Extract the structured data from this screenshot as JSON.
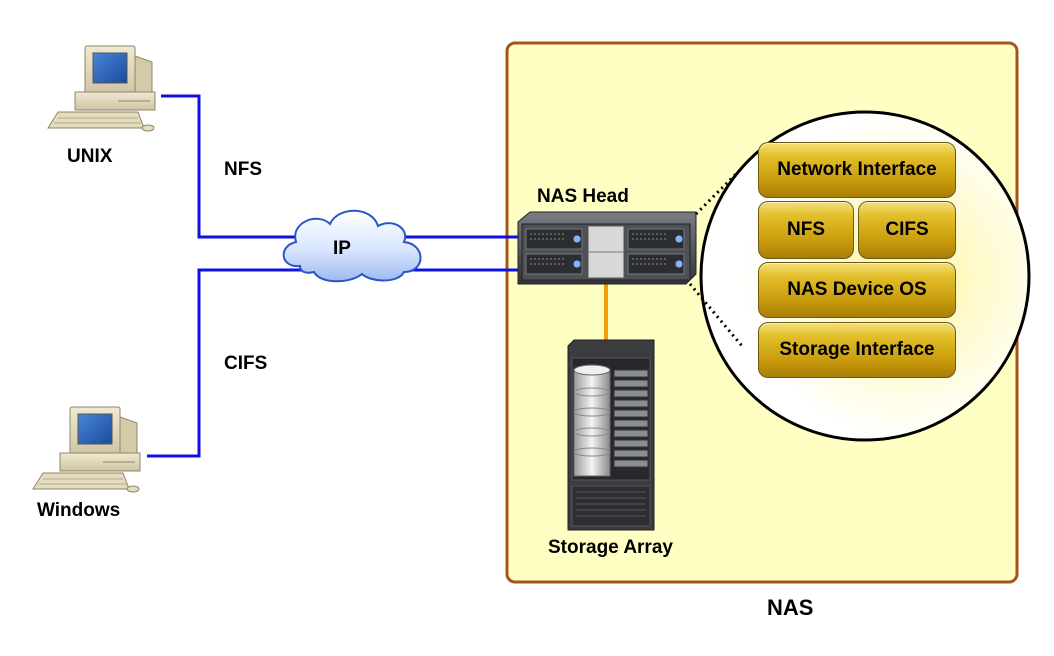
{
  "nodes": {
    "unix": "UNIX",
    "windows": "Windows",
    "nas_head": "NAS Head",
    "storage_array": "Storage Array",
    "ip_cloud": "IP"
  },
  "protocols": {
    "nfs_link": "NFS",
    "cifs_link": "CIFS"
  },
  "nas_box_title": "NAS",
  "nas_head_stack": {
    "network_interface": "Network Interface",
    "nfs": "NFS",
    "cifs": "CIFS",
    "device_os": "NAS Device OS",
    "storage_interface": "Storage Interface"
  },
  "colors": {
    "network_line": "#1010e0",
    "storage_link": "#f5a000",
    "nas_box_fill": "#ffffc4",
    "nas_box_border": "#a4561a",
    "layer_gold": "#d4aa1a"
  }
}
